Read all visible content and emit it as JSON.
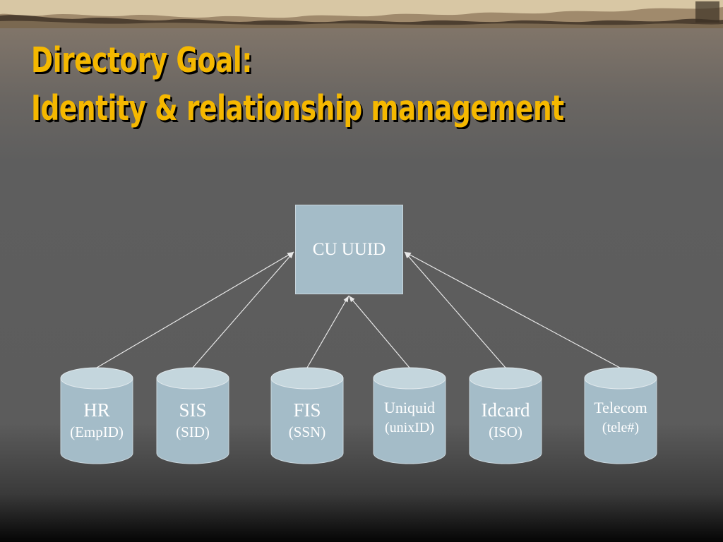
{
  "title": {
    "line1": "Directory Goal:",
    "line2": "Identity & relationship management"
  },
  "hub": {
    "label": "CU UUID"
  },
  "databases": [
    {
      "name": "HR",
      "id": "(EmpID)"
    },
    {
      "name": "SIS",
      "id": "(SID)"
    },
    {
      "name": "FIS",
      "id": "(SSN)"
    },
    {
      "name": "Uniquid",
      "id": "(unixID)"
    },
    {
      "name": "Idcard",
      "id": "(ISO)"
    },
    {
      "name": "Telecom",
      "id": "(tele#)"
    }
  ],
  "colors": {
    "title": "#f5b800",
    "shape_fill": "#a4bcc8",
    "shape_top": "#c4d6dd",
    "connector": "#e8e8e8",
    "background": "#5e5e5e"
  }
}
